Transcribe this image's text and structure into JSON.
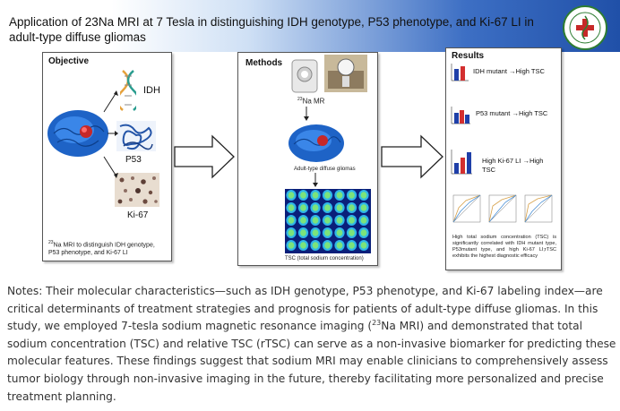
{
  "header": {
    "title": "Application of 23Na MRI at 7 Tesla in distinguishing IDH genotype, P53 phenotype, and Ki-67 LI in adult-type diffuse gliomas"
  },
  "objective": {
    "title": "Objective",
    "labels": [
      "IDH",
      "P53",
      "Ki-67"
    ],
    "caption_sup": "23",
    "caption": "Na MRI to distinguish IDH genotype, P53 phenotype, and Ki-67 LI"
  },
  "methods": {
    "title": "Methods",
    "mr_sup": "23",
    "mr_label": "Na MR",
    "brain_caption": "Adult-type diffuse gliomas",
    "tsc_caption": "TSC  (total  sodium  concentration)"
  },
  "results": {
    "title": "Results",
    "items": [
      "IDH mutant →High TSC",
      "P53 mutant →High TSC",
      "High Ki-67 LI →High TSC"
    ],
    "summary": "High total sodium concentration (TSC) is significantly correlated with IDH mutant type, P53mutant type, and high Ki-67 LI;rTSC exhibits the highest diagnostic efficacy"
  },
  "notes": {
    "part1": "Notes: Their molecular characteristics—such as IDH genotype, P53 phenotype, and Ki-67 labeling index—are critical determinants of treatment strategies and prognosis for patients of adult-type diffuse gliomas. In this study, we employed 7-tesla sodium magnetic resonance imaging (",
    "sup": "23",
    "part2": "Na MRI) and demonstrated that total sodium concentration (TSC) and relative TSC (rTSC) can serve as a non-invasive biomarker for predicting these molecular features. These findings suggest that sodium MRI may enable clinicians to comprehensively assess tumor biology through non-invasive imaging in the future, thereby facilitating more personalized and precise treatment planning."
  },
  "colors": {
    "accent": "#2050a8",
    "tumor": "#c62828",
    "brain": "#1e63c6",
    "bar_blue": "#1f3fa8",
    "bar_red": "#d32f2f"
  }
}
